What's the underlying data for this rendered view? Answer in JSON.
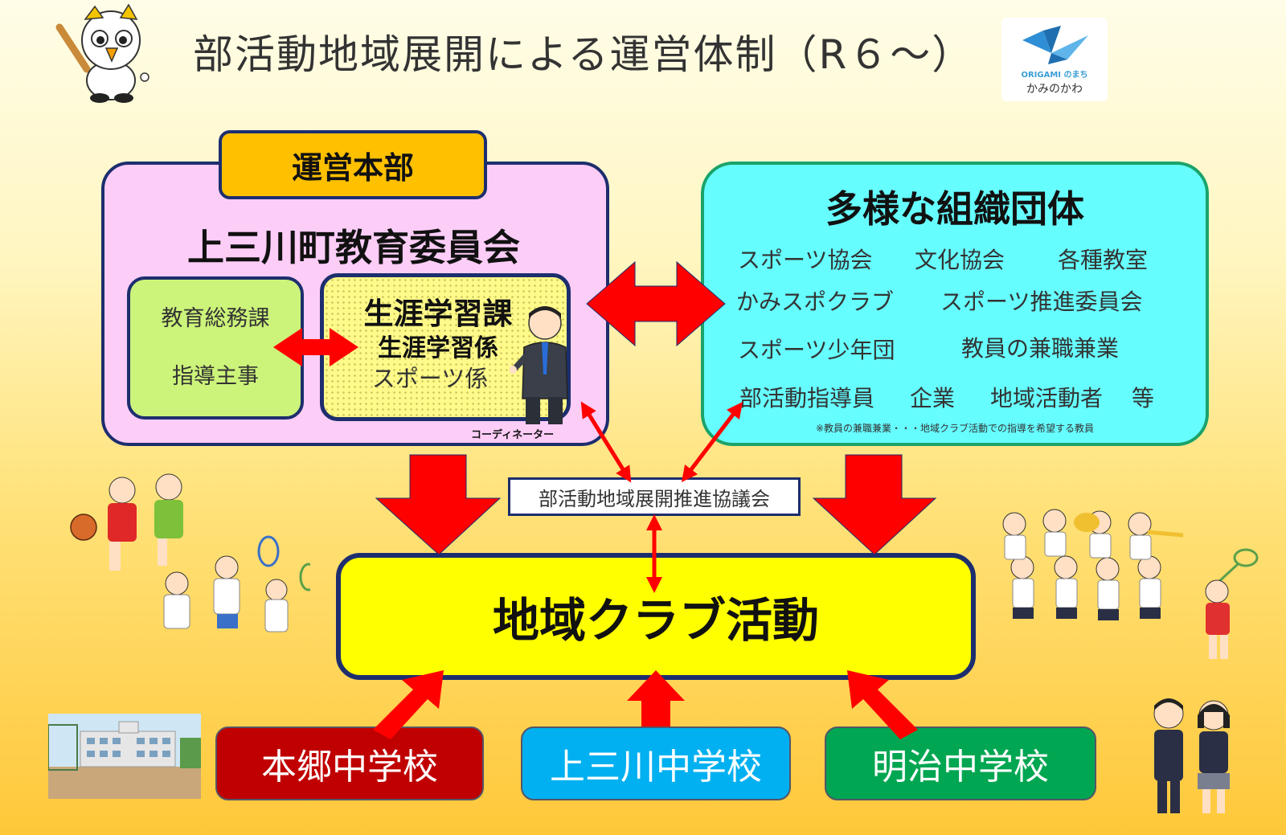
{
  "title": "部活動地域展開による運営体制（R６～）",
  "logo": {
    "en": "ORIGAMI のまち",
    "jp": "かみのかわ"
  },
  "headquarters": {
    "tab_label": "運営本部",
    "board_name": "上三川町教育委員会",
    "general_affairs": {
      "line1": "教育総務課",
      "line2": "指導主事"
    },
    "lifelong": {
      "title": "生涯学習課",
      "line1": "生涯学習係",
      "line2": "スポーツ係"
    },
    "coordinator_label": "コーディネーター"
  },
  "organizations": {
    "title": "多様な組織団体",
    "items": [
      "スポーツ協会",
      "文化協会",
      "各種教室",
      "かみスポクラブ",
      "スポーツ推進委員会",
      "スポーツ少年団",
      "教員の兼職兼業",
      "部活動指導員",
      "企業",
      "地域活動者",
      "等"
    ],
    "note": "※教員の兼職兼業・・・地域クラブ活動での指導を希望する教員"
  },
  "council": "部活動地域展開推進協議会",
  "club": "地域クラブ活動",
  "schools": [
    "本郷中学校",
    "上三川中学校",
    "明治中学校"
  ],
  "colors": {
    "hq_fill": "#fccdf7",
    "hq_tab": "#ffc000",
    "general_fill": "#ccf37a",
    "lifelong_fill": "#fffa8a",
    "org_fill": "#66fdff",
    "club_fill": "#ffff00",
    "arrow": "#ff0000",
    "border": "#1d2e6e",
    "school_hongo": "#c00000",
    "school_kami": "#00b0f0",
    "school_meiji": "#00a651"
  }
}
